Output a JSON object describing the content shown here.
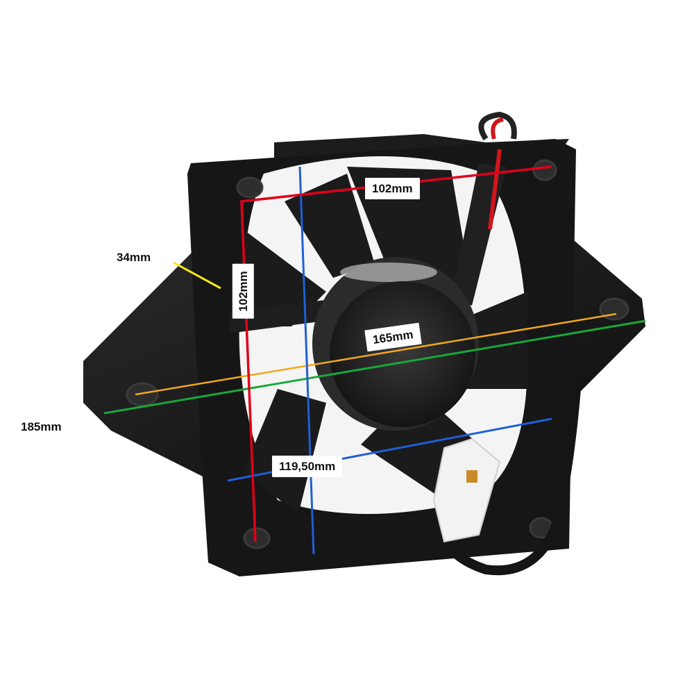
{
  "measurements": {
    "depth": "34mm",
    "diagonal_total": "185mm",
    "width_top": "102mm",
    "height_left": "102mm",
    "hole_spacing": "165mm",
    "bottom_width": "119,50mm"
  },
  "colors": {
    "background": "#ffffff",
    "fan_body": "#1a1a1a",
    "line_red": "#e0001a",
    "line_blue": "#1f5fd6",
    "line_green": "#19a83a",
    "line_orange": "#f2a81c",
    "line_yellow": "#f4e81a",
    "connector": "#f2f2f2",
    "wire_red": "#d0161b"
  }
}
